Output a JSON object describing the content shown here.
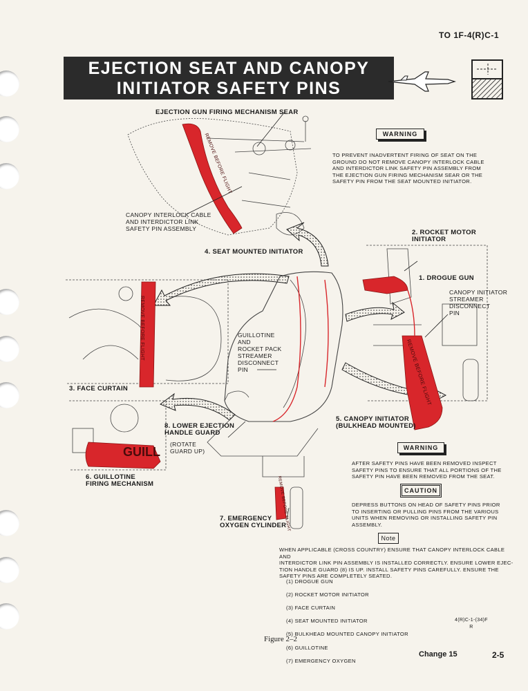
{
  "document_id": "TO 1F-4(R)C-1",
  "title": "EJECTION SEAT AND CANOPY\nINITIATOR SAFETY PINS",
  "labels": {
    "ejection_gun_sear": "EJECTION GUN FIRING MECHANISM SEAR",
    "canopy_interlock": "CANOPY INTERLOCK CABLE\nAND INTERDICTOR LINK\nSAFETY PIN ASSEMBLY",
    "seat_mounted_initiator": "4. SEAT MOUNTED INITIATOR",
    "rocket_motor_initiator": "2.  ROCKET MOTOR\n     INITIATOR",
    "drogue_gun": "1.  DROGUE GUN",
    "canopy_initiator_streamer": "CANOPY INITIATOR\nSTREAMER\nDISCONNECT\nPIN",
    "guillotine_streamer": "GUILLOTINE\nAND\nROCKET PACK\nSTREAMER\nDISCONNECT\nPIN",
    "face_curtain": "3.  FACE CURTAIN",
    "lower_ejection_handle": "8.  LOWER EJECTION\n     HANDLE GUARD",
    "rotate_guard": "(ROTATE\nGUARD UP)",
    "canopy_initiator_bulkhead": "5.  CANOPY INITIATOR\n     (BULKHEAD MOUNTED)",
    "guillotine_firing": "6.  GUILLOTINE\n     FIRING MECHANISM",
    "emergency_oxygen": "7.  EMERGENCY\n     OXYGEN CYLINDER"
  },
  "tag_text": {
    "remove_before_flight_1": "REMOVE BEFORE FLIGHT",
    "remove_before_flight_2": "REMOVE BEFORE FLIGHT",
    "remove_before_flight_3": "REMOVE BEFORE FLIGHT",
    "remove_before_flight_4": "REMOVE BEFORE FLIGHT",
    "guillotine_tag": "GUILL"
  },
  "warning1": {
    "heading": "WARNING",
    "text": "TO PREVENT INADVERTENT FIRING OF SEAT ON THE\nGROUND DO NOT REMOVE CANOPY INTERLOCK CABLE\nAND INTERDICTOR LINK SAFETY PIN ASSEMBLY FROM\nTHE EJECTION GUN FIRING MECHANISM SEAR OR THE\nSAFETY PIN FROM THE SEAT MOUNTED INITIATOR."
  },
  "warning2": {
    "heading": "WARNING",
    "text": "AFTER SAFETY PINS HAVE BEEN REMOVED INSPECT\nSAFETY PINS TO ENSURE THAT ALL PORTIONS OF THE\nSAFETY PIN HAVE BEEN REMOVED FROM THE SEAT."
  },
  "caution": {
    "heading": "CAUTION",
    "text": "DEPRESS BUTTONS ON HEAD OF SAFETY PINS PRIOR\nTO INSERTING OR PULLING PINS FROM THE VARIOUS\nUNITS WHEN REMOVING OR INSTALLING SAFETY PIN\nASSEMBLY."
  },
  "note": {
    "heading": "Note",
    "text": "WHEN APPLICABLE (CROSS COUNTRY) ENSURE THAT CANOPY INTERLOCK CABLE AND\nINTERDICTOR LINK PIN ASSEMBLY IS INSTALLED CORRECTLY.  ENSURE LOWER EJEC-\nTION HANDLE GUARD (8) IS UP.  INSTALL SAFETY PINS CAREFULLY.  ENSURE THE\nSAFETY PINS ARE COMPLETELY SEATED.",
    "items": [
      "(1)  DROGUE GUN",
      "(2)  ROCKET MOTOR INITIATOR",
      "(3)  FACE CURTAIN",
      "(4)  SEAT MOUNTED INITIATOR",
      "(5)  BULKHEAD MOUNTED CANOPY INITIATOR",
      "(6)  GUILLOTINE",
      "(7)  EMERGENCY OXYGEN"
    ]
  },
  "drawing_ref": "4(R)C-1-(34)F\nR",
  "figure_caption": "Figure 2–2",
  "footer": {
    "change": "Change 15",
    "page": "2-5"
  },
  "colors": {
    "streamer_red": "#d8262b",
    "banner": "#2b2b2b"
  }
}
